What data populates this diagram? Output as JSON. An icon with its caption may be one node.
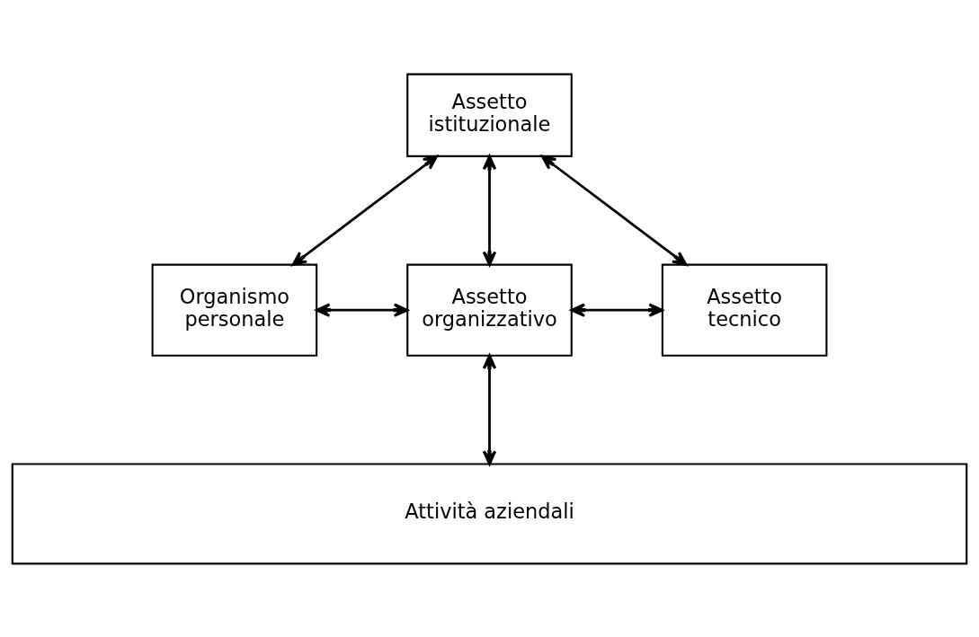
{
  "diagram": {
    "nodes": [
      {
        "text": [
          "Assetto istituzionale"
        ]
      },
      {
        "text": [
          "Organismo personale"
        ]
      },
      {
        "text": [
          "Assetto organizzativo"
        ]
      },
      {
        "text": [
          "Assetto tecnico"
        ]
      },
      {
        "text": [
          "Attività aziendali"
        ]
      }
    ],
    "edges": [
      {
        "from": 0,
        "to": 1,
        "arrow": "both"
      },
      {
        "from": 0,
        "to": 2,
        "arrow": "both"
      },
      {
        "from": 0,
        "to": 3,
        "arrow": "both"
      },
      {
        "from": 1,
        "to": 2,
        "arrow": "both"
      },
      {
        "from": 2,
        "to": 3,
        "arrow": "both"
      },
      {
        "from": 2,
        "to": 4,
        "arrow": "both"
      }
    ]
  }
}
